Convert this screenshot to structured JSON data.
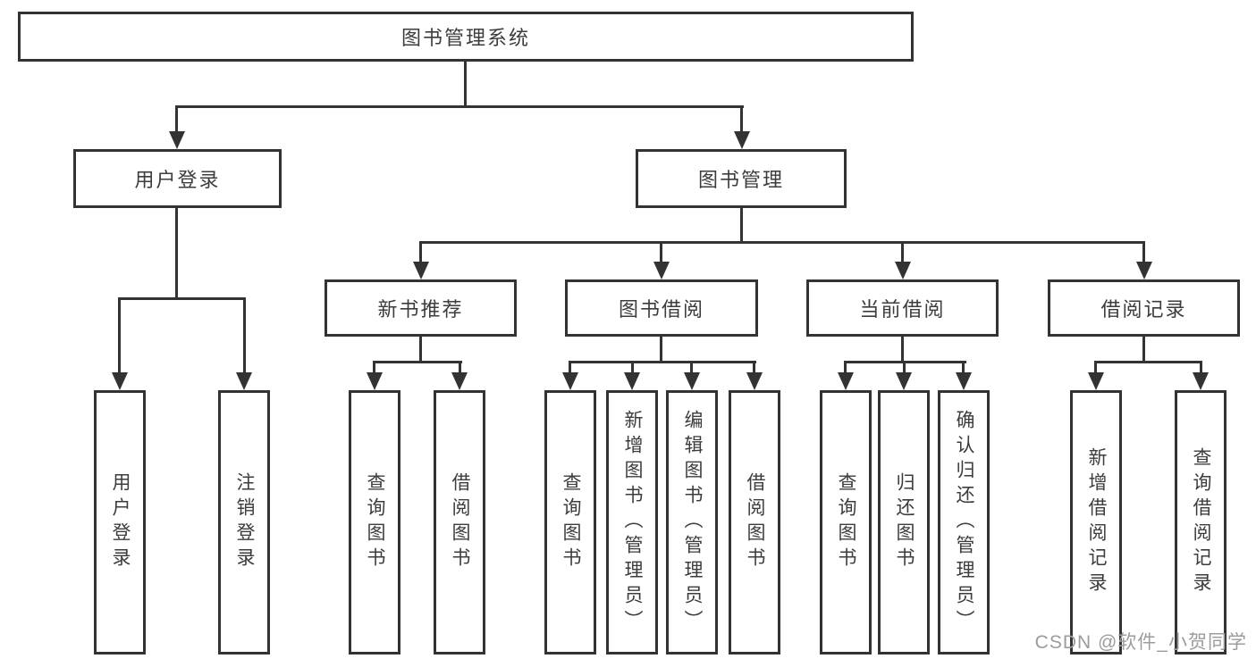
{
  "diagram": {
    "root": "图书管理系统",
    "branches": [
      {
        "label": "用户登录",
        "leaves": [
          "用户登录",
          "注销登录"
        ]
      },
      {
        "label": "图书管理",
        "groups": [
          {
            "label": "新书推荐",
            "leaves": [
              "查询图书",
              "借阅图书"
            ]
          },
          {
            "label": "图书借阅",
            "leaves": [
              "查询图书",
              "新增图书（管理员）",
              "编辑图书（管理员）",
              "借阅图书"
            ]
          },
          {
            "label": "当前借阅",
            "leaves": [
              "查询图书",
              "归还图书",
              "确认归还（管理员）"
            ]
          },
          {
            "label": "借阅记录",
            "leaves": [
              "新增借阅记录",
              "查询借阅记录"
            ]
          }
        ]
      }
    ]
  },
  "colors": {
    "line": "#333333",
    "text": "#3c3c3c",
    "background": "#ffffff",
    "watermark": "#9c9c9c"
  },
  "watermark": {
    "text": "CSDN @软件_小贺同学"
  }
}
